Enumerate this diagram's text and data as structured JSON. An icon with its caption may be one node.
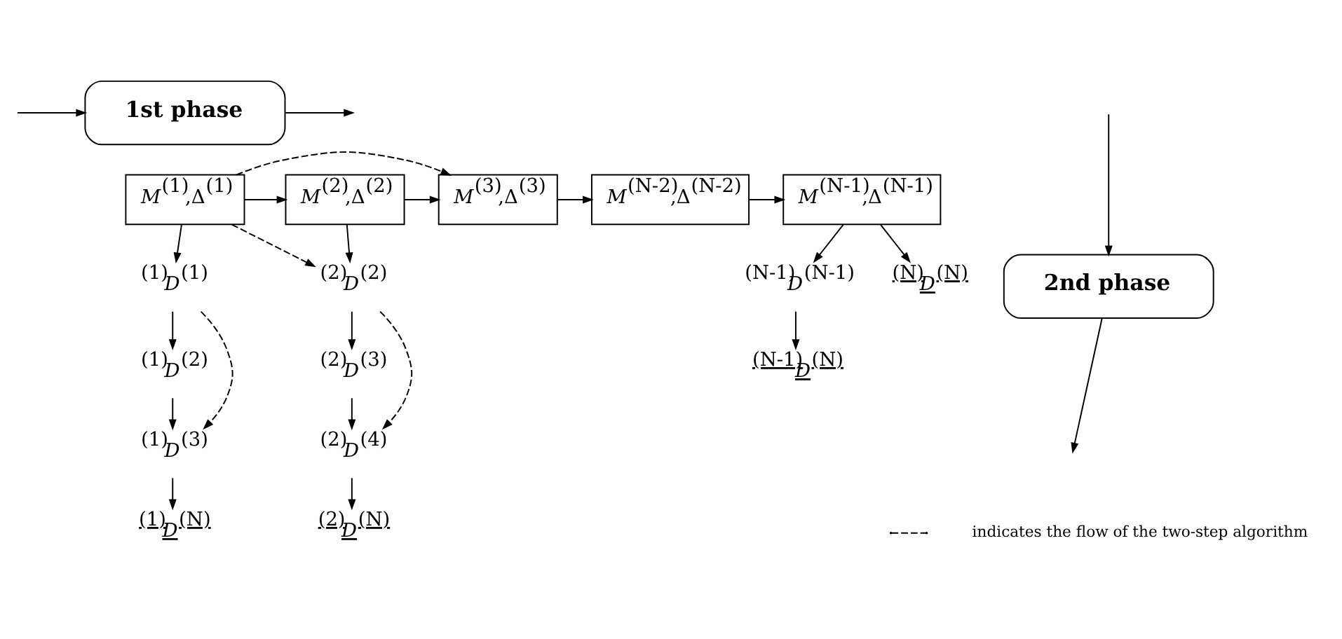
{
  "diagram": {
    "nodes": [
      {
        "text": [
          "1st phase"
        ]
      },
      {
        "text": [
          "*M*$^{(1)}$,Δ$^{(1)}$"
        ]
      },
      {
        "text": [
          "*M*$^{(2)}$,Δ$^{(2)}$"
        ]
      },
      {
        "text": [
          "*M*$^{(3)}$,Δ$^{(3)}$"
        ]
      },
      {
        "text": [
          "*M*$^{(N-2)}$,Δ$^{(N-2)}$"
        ]
      },
      {
        "text": [
          "*M*$^{(N-1)}$,Δ$^{(N-1)}$"
        ]
      },
      {
        "text": [
          "$^{(1)}$*D*$^{(1)}$"
        ]
      },
      {
        "text": [
          "$^{(1)}$*D*$^{(2)}$"
        ]
      },
      {
        "text": [
          "$^{(1)}$*D*$^{(3)}$"
        ]
      },
      {
        "text": [
          "$^{(1)}$*D*$^{(N)}$"
        ]
      },
      {
        "text": [
          "$^{(2)}$*D*$^{(2)}$"
        ]
      },
      {
        "text": [
          "$^{(2)}$*D*$^{(3)}$"
        ]
      },
      {
        "text": [
          "$^{(2)}$*D*$^{(4)}$"
        ]
      },
      {
        "text": [
          "$^{(2)}$*D*$^{(N)}$"
        ]
      },
      {
        "text": [
          "$^{(N-1)}$*D*$^{(N-1)}$"
        ]
      },
      {
        "text": [
          "$^{(N)}$*D*$^{(N)}$"
        ]
      },
      {
        "text": [
          "$^{(N-1)}$*D*$^{(N)}$"
        ]
      },
      {
        "text": [
          "2nd phase"
        ]
      }
    ],
    "edges": [
      {
        "from": null,
        "to": 0,
        "arrow": "to"
      },
      {
        "from": 0,
        "to": null,
        "arrow": "to"
      },
      {
        "from": 1,
        "to": 2,
        "arrow": "to"
      },
      {
        "from": 2,
        "to": 3,
        "arrow": "to"
      },
      {
        "from": 3,
        "to": 4,
        "arrow": "to"
      },
      {
        "from": 4,
        "to": 5,
        "arrow": "to"
      },
      {
        "from": 1,
        "to": 3,
        "arrow": "to",
        "style": "dashed"
      },
      {
        "from": 1,
        "to": 6,
        "arrow": "to"
      },
      {
        "from": 1,
        "to": 10,
        "arrow": "to",
        "style": "dashed"
      },
      {
        "from": 2,
        "to": 10,
        "arrow": "to"
      },
      {
        "from": 6,
        "to": 7,
        "arrow": "to"
      },
      {
        "from": 7,
        "to": 8,
        "arrow": "to"
      },
      {
        "from": 8,
        "to": 9,
        "arrow": "to"
      },
      {
        "from": 6,
        "to": 8,
        "arrow": "to",
        "style": "dashed"
      },
      {
        "from": 10,
        "to": 11,
        "arrow": "to"
      },
      {
        "from": 11,
        "to": 12,
        "arrow": "to"
      },
      {
        "from": 12,
        "to": 13,
        "arrow": "to"
      },
      {
        "from": 10,
        "to": 12,
        "arrow": "to",
        "style": "dashed"
      },
      {
        "from": 5,
        "to": 14,
        "arrow": "to"
      },
      {
        "from": 5,
        "to": 15,
        "arrow": "to"
      },
      {
        "from": 14,
        "to": 16,
        "arrow": "to"
      },
      {
        "from": null,
        "to": 17,
        "arrow": "to"
      },
      {
        "from": 17,
        "to": null,
        "arrow": "to"
      }
    ],
    "legend": [
      {
        "text": "indicates the flow of the two-step algorithm"
      }
    ]
  }
}
